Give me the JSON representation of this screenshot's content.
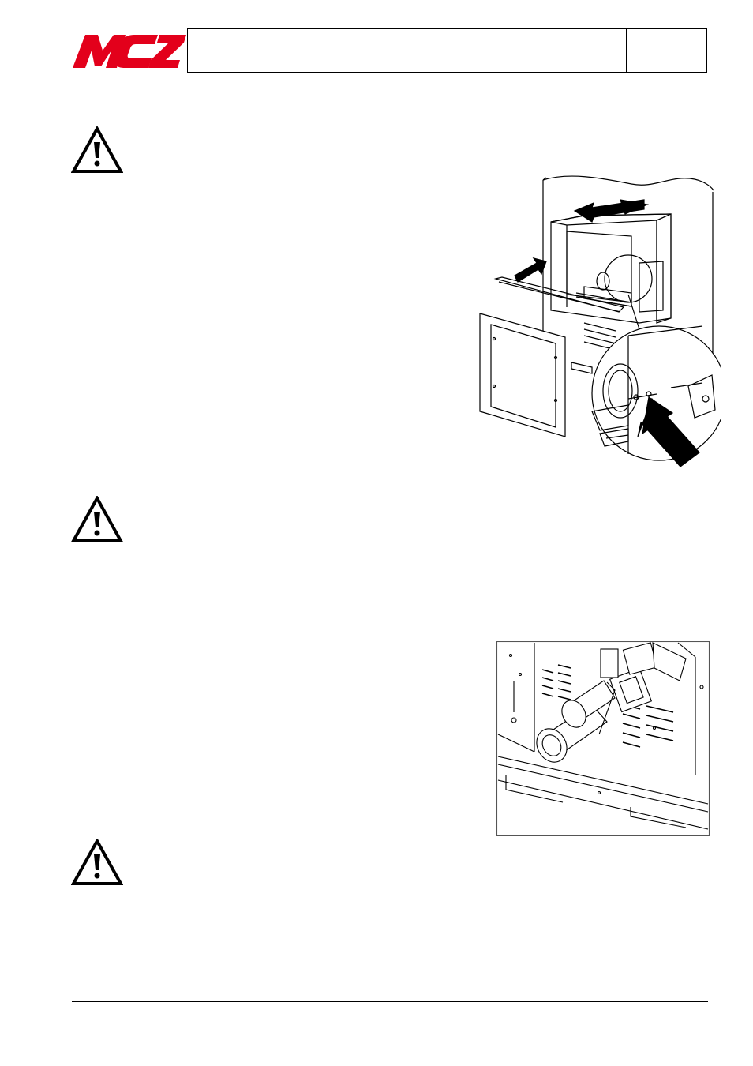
{
  "brand": {
    "logo_text": "MCZ",
    "logo_color": "#e3001b"
  },
  "header": {
    "title": "",
    "code": "",
    "page": ""
  },
  "icons": {
    "warning": "warning-triangle-icon"
  },
  "figures": [
    {
      "name": "insert-removal-illustration"
    },
    {
      "name": "burner-assembly-illustration"
    }
  ]
}
